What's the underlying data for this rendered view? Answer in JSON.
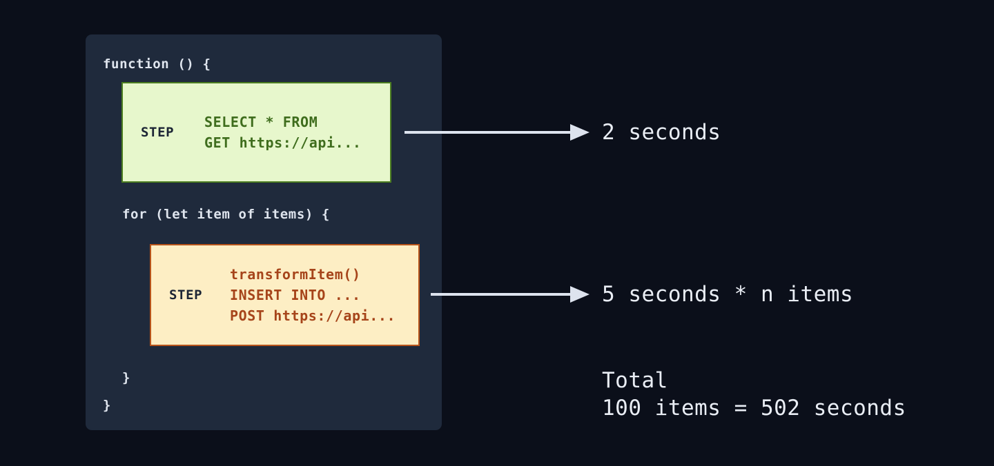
{
  "theme": {
    "background": "#0b0f1a",
    "panel_bg": "#1f2a3c",
    "code_text": "#dfe5ee",
    "green_fill": "#e7f7cc",
    "green_border": "#4b7d20",
    "green_text": "#3f6d1d",
    "orange_fill": "#fdeec4",
    "orange_border": "#b8541a",
    "orange_text": "#a6441a",
    "step_label_text": "#1c2535",
    "arrow_color": "#dde3ee",
    "annotation_text": "#e9edf4"
  },
  "code": {
    "function_open": "function () {",
    "for_open": "for (let item of items) {",
    "for_close": "}",
    "function_close": "}"
  },
  "steps": [
    {
      "label": "STEP",
      "lines": [
        "SELECT * FROM",
        "GET https://api..."
      ],
      "body": "SELECT * FROM\nGET https://api...",
      "variant": "green",
      "annotation": "2 seconds"
    },
    {
      "label": "STEP",
      "lines": [
        "transformItem()",
        "INSERT INTO ...",
        "POST https://api..."
      ],
      "body": "transformItem()\nINSERT INTO ...\nPOST https://api...",
      "variant": "orange",
      "annotation": "5 seconds * n items"
    }
  ],
  "annotations": {
    "step1": "2 seconds",
    "step2": "5 seconds * n items",
    "total_label": "Total",
    "total_value": "100 items = 502 seconds",
    "total_block": "Total\n100 items = 502 seconds"
  },
  "icons": {
    "arrow_right": "arrow-right-icon"
  }
}
